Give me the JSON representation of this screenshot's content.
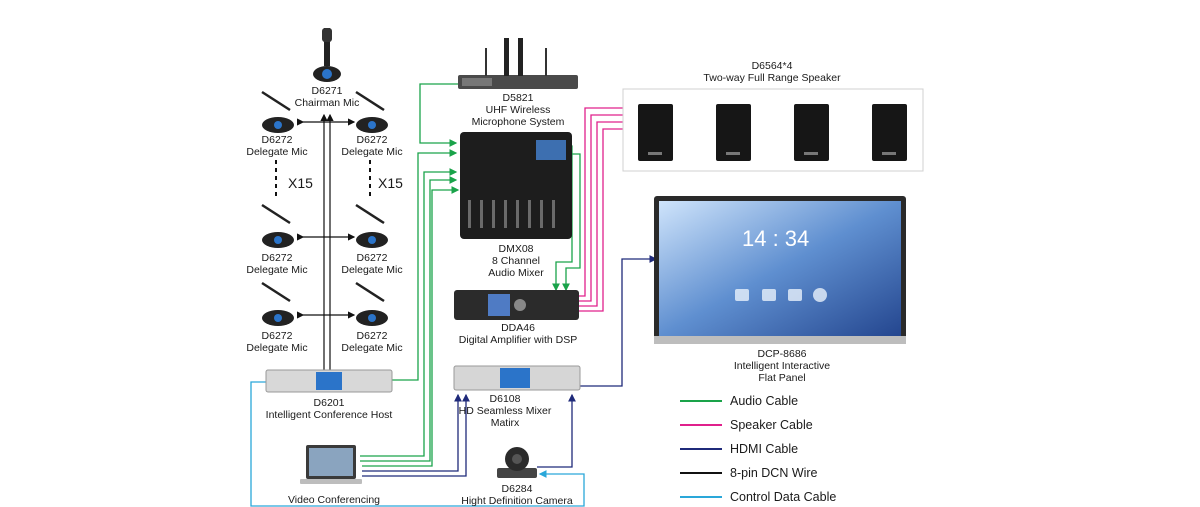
{
  "devices": {
    "chairman_mic": {
      "model": "D6271",
      "name": "Chairman Mic"
    },
    "delegate_mic": {
      "model": "D6272",
      "name": "Delegate Mic"
    },
    "multiplier": "X15",
    "conference_host": {
      "model": "D6201",
      "name": "Intelligent Conference Host"
    },
    "wireless_mic": {
      "model": "D5821",
      "name_line1": "UHF Wireless",
      "name_line2": "Microphone System"
    },
    "mixer": {
      "model": "DMX08",
      "name_line1": "8 Channel",
      "name_line2": "Audio Mixer"
    },
    "amplifier": {
      "model": "DDA46",
      "name": "Digital Amplifier with DSP"
    },
    "speakers": {
      "model": "D6564*4",
      "name": "Two-way Full Range Speaker"
    },
    "panel": {
      "model": "DCP-8686",
      "name_line1": "Intelligent Interactive",
      "name_line2": "Flat Panel",
      "clock": "14 : 34"
    },
    "matrix": {
      "model": "D6108",
      "name_line1": "HD Seamless Mixer",
      "name_line2": "Matirx"
    },
    "laptop": {
      "name": "Video Conferencing"
    },
    "camera": {
      "model": "D6284",
      "name": "Hight Definition Camera"
    }
  },
  "legend": [
    {
      "label": "Audio Cable",
      "color": "#1aa34a"
    },
    {
      "label": "Speaker Cable",
      "color": "#e0208c"
    },
    {
      "label": "HDMI Cable",
      "color": "#1f2a7a"
    },
    {
      "label": "8-pin DCN Wire",
      "color": "#111111"
    },
    {
      "label": "Control Data Cable",
      "color": "#2aa7d9"
    }
  ]
}
